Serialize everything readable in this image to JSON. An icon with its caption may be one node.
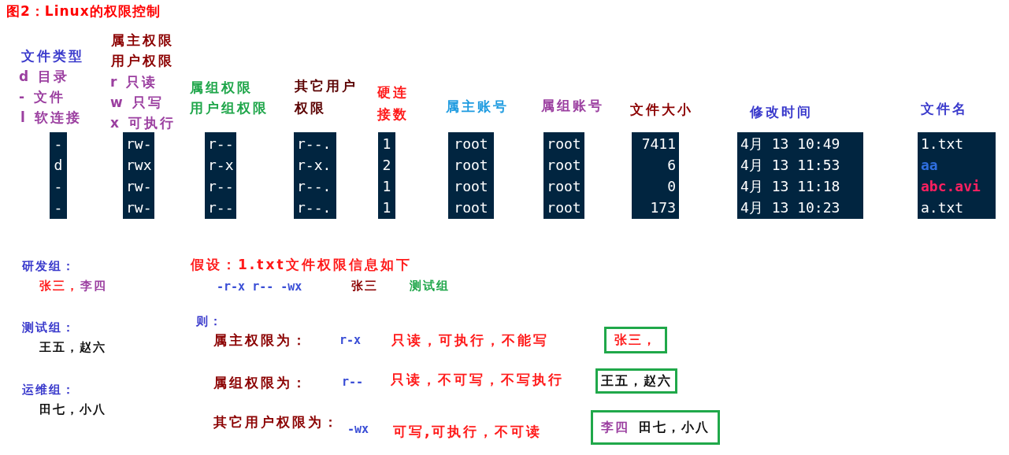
{
  "diagram": {
    "title": "图2：Linux的权限控制",
    "nodes": [
      {
        "text": [
          "-",
          "d",
          "-",
          "-"
        ]
      },
      {
        "text": [
          "rw-",
          "rwx",
          "rw-",
          "rw-"
        ]
      },
      {
        "text": [
          "r--",
          "r-x",
          "r--",
          "r--"
        ]
      },
      {
        "text": [
          "r--.",
          "r-x.",
          "r--.",
          "r--."
        ]
      },
      {
        "text": [
          "1",
          "2",
          "1",
          "1"
        ]
      },
      {
        "text": [
          "root",
          "root",
          "root",
          "root"
        ]
      },
      {
        "text": [
          "root",
          "root",
          "root",
          "root"
        ]
      },
      {
        "text": [
          "7411",
          "6",
          "0",
          "173"
        ]
      },
      {
        "text": [
          "4月 13 10:49",
          "4月 13 11:53",
          "4月 13 11:18",
          "4月 13 10:23"
        ]
      },
      {
        "text": [
          "1.txt",
          "aa",
          "abc.avi",
          "a.txt"
        ]
      },
      {
        "text": [
          "张三，"
        ]
      },
      {
        "text": [
          "王五，赵六"
        ]
      },
      {
        "text": [
          "李四",
          "田七，小八"
        ]
      }
    ],
    "labels": [
      "文件类型",
      "d 目录",
      "- 文件",
      "l 软连接",
      "属主权限",
      "用户权限",
      "r 只读",
      "w 只写",
      "x 可执行",
      "属组权限",
      "用户组权限",
      "其它用户权限",
      "硬连接数",
      "属主账号",
      "属组账号",
      "文件大小",
      "修改时间",
      "文件名",
      "研发组：",
      "张三，",
      "李四",
      "假设：1.txt文件权限信息如下",
      "-r-x r-- -wx",
      "张三",
      "测试组",
      "测试组：",
      "王五，赵六",
      "则：",
      "属主权限为：",
      "r-x",
      "只读，可执行，不能写",
      "运维组：",
      "田七，小八",
      "属组权限为：",
      "r--",
      "只读，不可写，不写执行",
      "其它用户权限为：",
      "-wx",
      "可写,可执行，不可读"
    ]
  }
}
